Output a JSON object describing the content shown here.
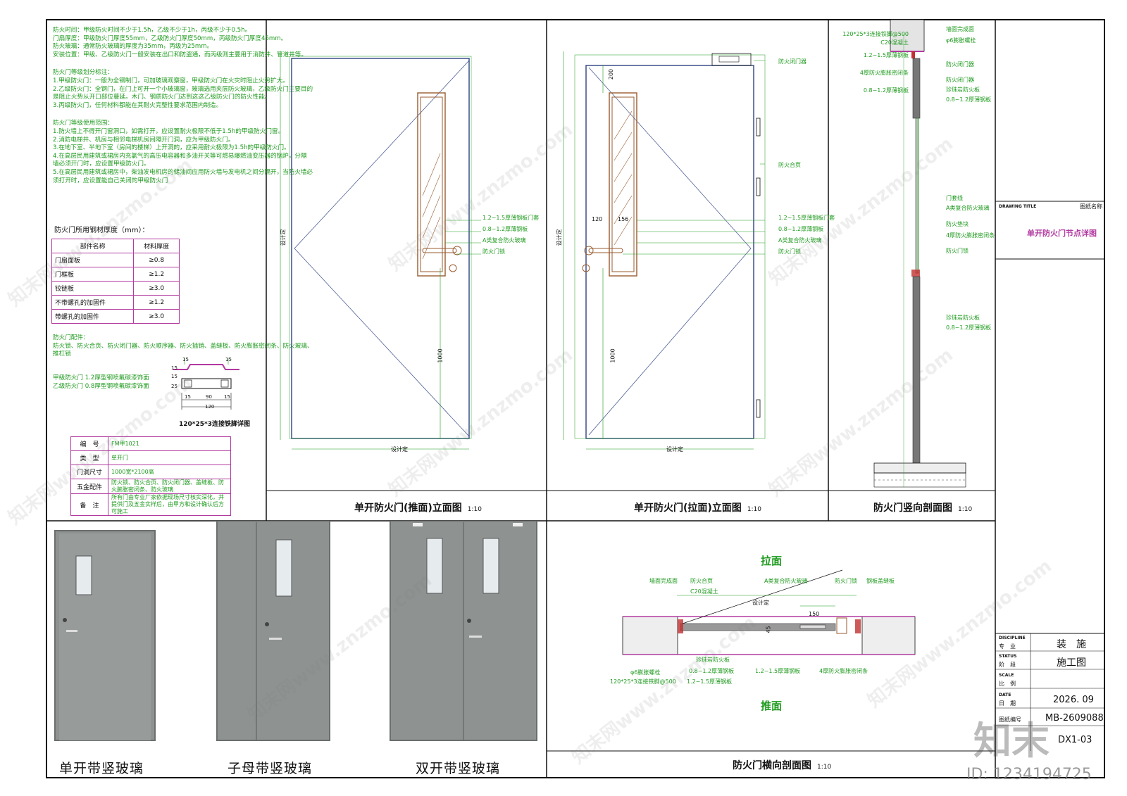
{
  "notes": {
    "block1": [
      "防火时间：甲级防火时间不少于1.5h，乙级不少于1h，丙级不少于0.5h。",
      "门扇厚度：甲级防火门厚度55mm，乙级防火门厚度50mm，丙级防火门厚度45mm。",
      "防火玻璃：通常防火玻璃的厚度为35mm，丙级为25mm。",
      "安装位置：甲级、乙级防火门一般安装在出口和防盗通，而丙级则主要用于消防井、管道井等。"
    ],
    "block2": [
      "防火门等级划分标注：",
      "1.甲级防火门：一般为全钢制门，可加玻璃观察窗，甲级防火门在火灾时阻止火势扩大。",
      "2.乙级防火门：全钢门，在门上可开一个小玻璃窗，玻璃选用夹层防火玻璃，乙级防火门主要目的",
      "是阻止火势从开口部位蔓延。木门、钢质防火门达到这这乙级防火门的防火性能。",
      "3.丙级防火门，任何材料都能在其耐火完整性要求范围内制造。"
    ],
    "block3": [
      "防火门等级使用范围：",
      "1.防火墙上不得开门窗洞口，如需打开，应设置耐火极限不低于1.5h的甲级防火门窗。",
      "2.消防电梯井、机房与相邻电梯机房间隔开门洞，应为甲级防火门。",
      "3.在地下室、半地下室（房间的楼梯）上开洞的，应采用耐火极限为1.5h的甲级防火门。",
      "4.在高层民用建筑或裙房内充氯气的高压电容器和多油开关等可燃易爆燃油变压器的锅炉，分隔",
      "墙必须开门时，应设置甲级防火门。",
      "5.在高层民用建筑或裙房中，柴油发电机房的储油间应用防火墙与发电机之间分隔开，当防火墙必",
      "须打开时，应设置能自己关闭的甲级防火门"
    ],
    "steel_title": "防火门所用钢材厚度（mm）：",
    "steel_table": {
      "headers": [
        "部件名称",
        "材料厚度"
      ],
      "rows": [
        [
          "门扇面板",
          "≥0.8"
        ],
        [
          "门框板",
          "≥1.2"
        ],
        [
          "铰链板",
          "≥3.0"
        ],
        [
          "不带螺孔的加固件",
          "≥1.2"
        ],
        [
          "带螺孔的加固件",
          "≥3.0"
        ]
      ]
    },
    "fittings": [
      "防火门配件：",
      "防火锁、防火合页、防火闭门器、防火顺序器、防火插销、盖缝板、防火膨胀密闭条、防火玻璃、",
      "推杠锁"
    ],
    "spec_lines": [
      "甲级防火门 1.2厚型钢喷氟碳漆饰面",
      "乙级防火门 0.8厚型钢喷氟碳漆饰面"
    ],
    "bracket_title": "120*25*3连接铁脚详图",
    "bracket_dims": [
      "15",
      "15",
      "15",
      "15",
      "25",
      "15",
      "90",
      "15",
      "120"
    ],
    "props": [
      [
        "编　号",
        "FM甲1021"
      ],
      [
        "类　型",
        "单开门"
      ],
      [
        "门洞尺寸",
        "1000宽*2100高"
      ],
      [
        "五金配件",
        "防火锁、防火合页、防火闭门器、盖缝板、防火膨胀密闭条、防火玻璃"
      ],
      [
        "备　注",
        "所有门由专业厂家依据现场尺寸核实深化，并提供门及五金实样后，由甲方和设计确认后方可施工"
      ]
    ]
  },
  "views": {
    "push": {
      "title": "单开防火门(推面)立面图",
      "scale": "1:10",
      "dim_bottom": "设计定",
      "dim_left": "设计定",
      "dim_handle": "1000",
      "labels": [
        "1.2~1.5厚薄钢板门套",
        "0.8~1.2厚薄钢板",
        "A类复合防火玻璃",
        "防火门锁"
      ]
    },
    "pull": {
      "title": "单开防火门(拉面)立面图",
      "scale": "1:10",
      "dim_bottom": "设计定",
      "dim_left": "设计定",
      "dim_top": "200",
      "dim_a": "120",
      "dim_b": "156",
      "dim_handle": "1000",
      "labels": [
        "防火闭门器",
        "防火合页",
        "1.2~1.5厚薄钢板门套",
        "0.8~1.2厚薄钢板",
        "A类复合防火玻璃",
        "防火门锁"
      ]
    },
    "vsection": {
      "title": "防火门竖向剖面图",
      "scale": "1:10",
      "left_labels": [
        "120*25*3连接铁脚@500",
        "C20混凝土",
        "1.2~1.5厚薄钢板",
        "4厚防火膨胀密闭条",
        "0.8~1.2厚薄钢板"
      ],
      "right_labels": [
        "墙面完成面",
        "φ6膨胀螺栓",
        "防火闭门器",
        "防火闭门器",
        "珍珠岩防火板",
        "0.8~1.2厚薄钢板",
        "门套线",
        "A类复合防火玻璃",
        "防火垫块",
        "4厚防火膨胀密闭条",
        "防火门锁",
        "珍珠岩防火板",
        "0.8~1.2厚薄钢板"
      ]
    },
    "hsection": {
      "title": "防火门横向剖面图",
      "scale": "1:10",
      "top_word": "拉面",
      "bottom_word": "推面",
      "dim": "设计定",
      "dim_a": "150",
      "dim_thick": "45",
      "top_labels": [
        "墙面完成面",
        "防火合页",
        "C20混凝土",
        "A类复合防火玻璃",
        "防火门锁",
        "钢板盖缝板"
      ],
      "bottom_labels": [
        "珍珠岩防火板",
        "0.8~1.2厚薄钢板",
        "1.2~1.5厚薄钢板",
        "4厚防火膨胀密闭条",
        "φ6膨胀螺栓",
        "120*25*3连接铁脚@500",
        "1.2~1.5厚薄钢板"
      ]
    }
  },
  "photos": [
    {
      "label": "单开带竖玻璃"
    },
    {
      "label": "子母带竖玻璃"
    },
    {
      "label": "双开带竖玻璃"
    }
  ],
  "titleblock": {
    "drawing_title_en": "DRAWING TITLE",
    "drawing_title_cn": "图纸名称",
    "drawing_title": "单开防火门节点详图",
    "discipline_en": "DISCIPLINE",
    "discipline_cn": "专　业",
    "discipline": "装　施",
    "status_en": "STATUS",
    "status_cn": "阶　段",
    "status": "施工图",
    "scale_en": "SCALE",
    "scale_cn": "比　例",
    "date_en": "DATE",
    "date_cn": "日　期",
    "date": "2026. 09",
    "drawing_no_label": "图纸编号",
    "drawing_no": "MB-2609088",
    "sheet_no": "DX1-03"
  },
  "watermark": {
    "text": "知末网www.znzmo.com",
    "logo": "知末",
    "id": "ID: 1234194725"
  },
  "colors": {
    "green": "#1f9a1f",
    "door_blue": "#3b4e8a",
    "frame_brown": "#9a5b2f",
    "magenta": "#b23aa0",
    "photo_grey": "#8e9392"
  }
}
